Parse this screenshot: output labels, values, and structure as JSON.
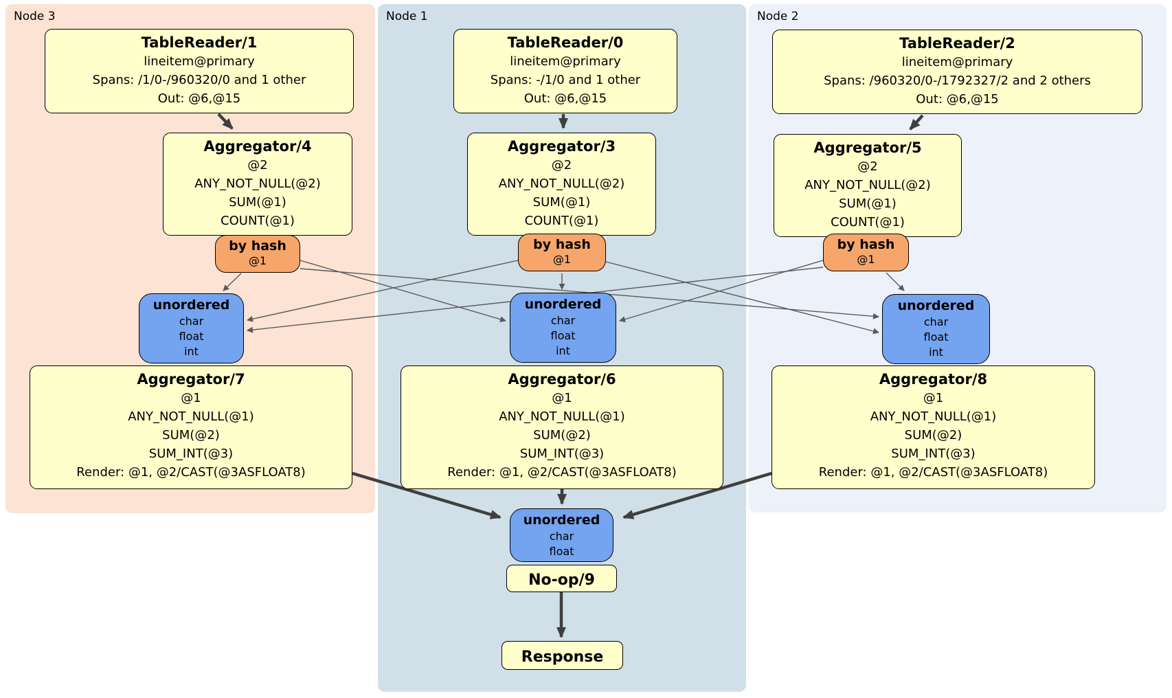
{
  "panels": [
    {
      "label": "Node 3"
    },
    {
      "label": "Node 1"
    },
    {
      "label": "Node 2"
    }
  ],
  "boxes": {
    "tr1": {
      "title": "TableReader/1",
      "lines": [
        "lineitem@primary",
        "Spans: /1/0-/960320/0 and 1 other",
        "Out: @6,@15"
      ]
    },
    "tr0": {
      "title": "TableReader/0",
      "lines": [
        "lineitem@primary",
        "Spans: -/1/0 and 1 other",
        "Out: @6,@15"
      ]
    },
    "tr2": {
      "title": "TableReader/2",
      "lines": [
        "lineitem@primary",
        "Spans: /960320/0-/1792327/2 and 2 others",
        "Out: @6,@15"
      ]
    },
    "agg4": {
      "title": "Aggregator/4",
      "lines": [
        "@2",
        "ANY_NOT_NULL(@2)",
        "SUM(@1)",
        "COUNT(@1)"
      ]
    },
    "agg3": {
      "title": "Aggregator/3",
      "lines": [
        "@2",
        "ANY_NOT_NULL(@2)",
        "SUM(@1)",
        "COUNT(@1)"
      ]
    },
    "agg5": {
      "title": "Aggregator/5",
      "lines": [
        "@2",
        "ANY_NOT_NULL(@2)",
        "SUM(@1)",
        "COUNT(@1)"
      ]
    },
    "hash3": {
      "title": "by hash",
      "lines": [
        "@1"
      ]
    },
    "hash1": {
      "title": "by hash",
      "lines": [
        "@1"
      ]
    },
    "hash2": {
      "title": "by hash",
      "lines": [
        "@1"
      ]
    },
    "un3": {
      "title": "unordered",
      "lines": [
        "char",
        "float",
        "int"
      ]
    },
    "un1": {
      "title": "unordered",
      "lines": [
        "char",
        "float",
        "int"
      ]
    },
    "un2": {
      "title": "unordered",
      "lines": [
        "char",
        "float",
        "int"
      ]
    },
    "agg7": {
      "title": "Aggregator/7",
      "lines": [
        "@1",
        "ANY_NOT_NULL(@1)",
        "SUM(@2)",
        "SUM_INT(@3)",
        "Render: @1, @2/CAST(@3ASFLOAT8)"
      ]
    },
    "agg6": {
      "title": "Aggregator/6",
      "lines": [
        "@1",
        "ANY_NOT_NULL(@1)",
        "SUM(@2)",
        "SUM_INT(@3)",
        "Render: @1, @2/CAST(@3ASFLOAT8)"
      ]
    },
    "agg8": {
      "title": "Aggregator/8",
      "lines": [
        "@1",
        "ANY_NOT_NULL(@1)",
        "SUM(@2)",
        "SUM_INT(@3)",
        "Render: @1, @2/CAST(@3ASFLOAT8)"
      ]
    },
    "unfinal": {
      "title": "unordered",
      "lines": [
        "char",
        "float"
      ]
    },
    "noop": {
      "title": "No-op/9"
    },
    "response": {
      "title": "Response"
    }
  },
  "colors": {
    "processor_fill": "#ffffcc",
    "router_fill": "#f6a66b",
    "sync_fill": "#74a3f0",
    "node3_fill": "#fce3d3",
    "node1_fill": "#d0dfe8",
    "node2_fill": "#edf1fa",
    "edge_thick": "#3f3f3f",
    "edge_thin": "#5a5a5a"
  }
}
